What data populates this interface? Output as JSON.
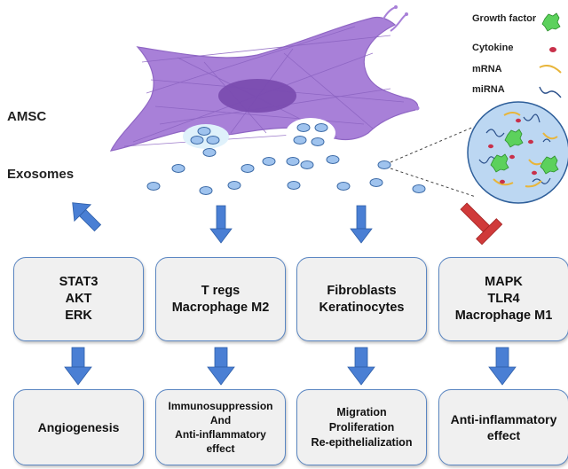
{
  "labels": {
    "amsc": "AMSC",
    "exosomes": "Exosomes"
  },
  "legend": [
    {
      "label": "Growth factor",
      "icon": "growth-factor-icon",
      "color": "#5cd15c"
    },
    {
      "label": "Cytokine",
      "icon": "cytokine-icon",
      "color": "#c8304a"
    },
    {
      "label": "mRNA",
      "icon": "mrna-icon",
      "color": "#e8b53a"
    },
    {
      "label": "miRNA",
      "icon": "mirna-icon",
      "color": "#2a4f8a"
    }
  ],
  "columns": [
    {
      "arrow": "activation",
      "top_lines": [
        "STAT3",
        "AKT",
        "ERK"
      ],
      "bottom_lines": [
        "Angiogenesis"
      ],
      "bottom_style": "big"
    },
    {
      "arrow": "activation",
      "top_lines": [
        "T regs",
        "Macrophage M2"
      ],
      "bottom_lines": [
        "Immunosuppression",
        "And",
        "Anti-inflammatory",
        "effect"
      ],
      "bottom_style": "small"
    },
    {
      "arrow": "activation",
      "top_lines": [
        "Fibroblasts",
        "Keratinocytes"
      ],
      "bottom_lines": [
        "Migration",
        "Proliferation",
        "Re-epithelialization"
      ],
      "bottom_style": "small-mid"
    },
    {
      "arrow": "inhibition",
      "top_lines": [
        "MAPK",
        "TLR4",
        "Macrophage M1"
      ],
      "bottom_lines": [
        "Anti-inflammatory",
        "effect"
      ],
      "bottom_style": "big"
    }
  ],
  "colors": {
    "cell": "#a880d8",
    "nucleus": "#7a4cb0",
    "arrow": "#4a7fd4",
    "inhibit": "#d03a3a",
    "exosome": "#9fc3ee",
    "exosome_stroke": "#3c6aa6"
  }
}
